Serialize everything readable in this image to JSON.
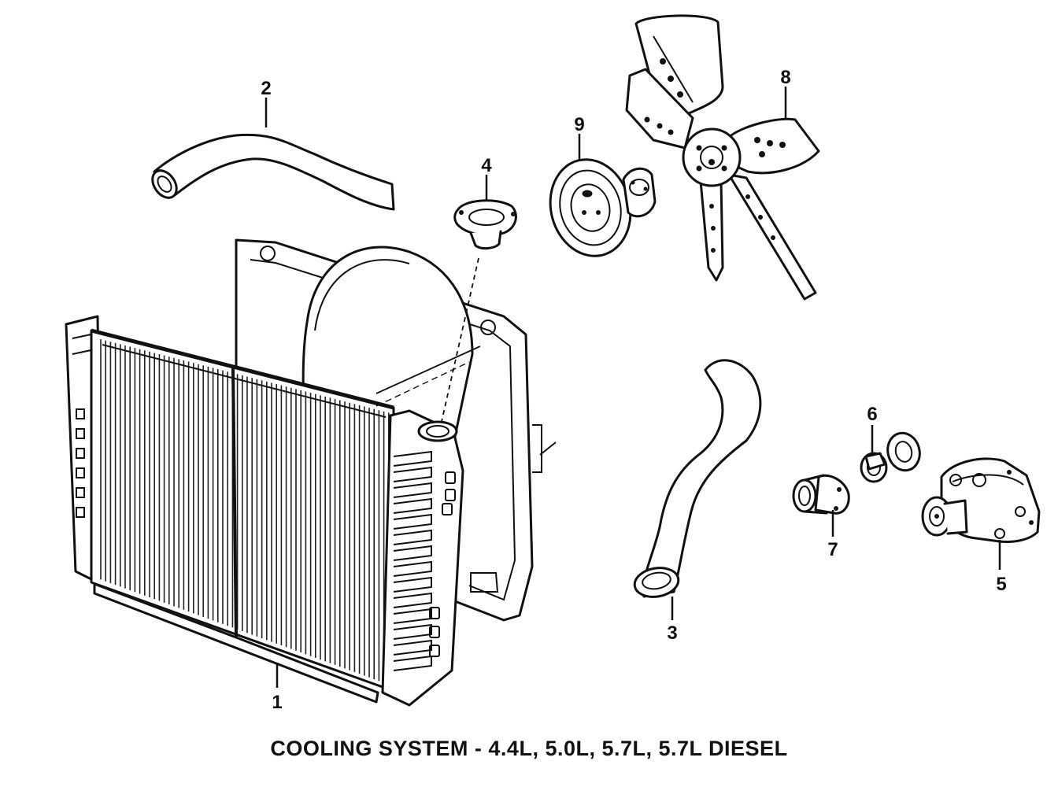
{
  "caption": "COOLING SYSTEM - 4.4L, 5.0L, 5.7L, 5.7L DIESEL",
  "callouts": {
    "radiator": "1",
    "upper_hose": "2",
    "lower_hose": "3",
    "radiator_cap": "4",
    "water_pump": "5",
    "thermostat": "6",
    "thermostat_housing": "7",
    "fan_blade": "8",
    "fan_clutch": "9"
  }
}
